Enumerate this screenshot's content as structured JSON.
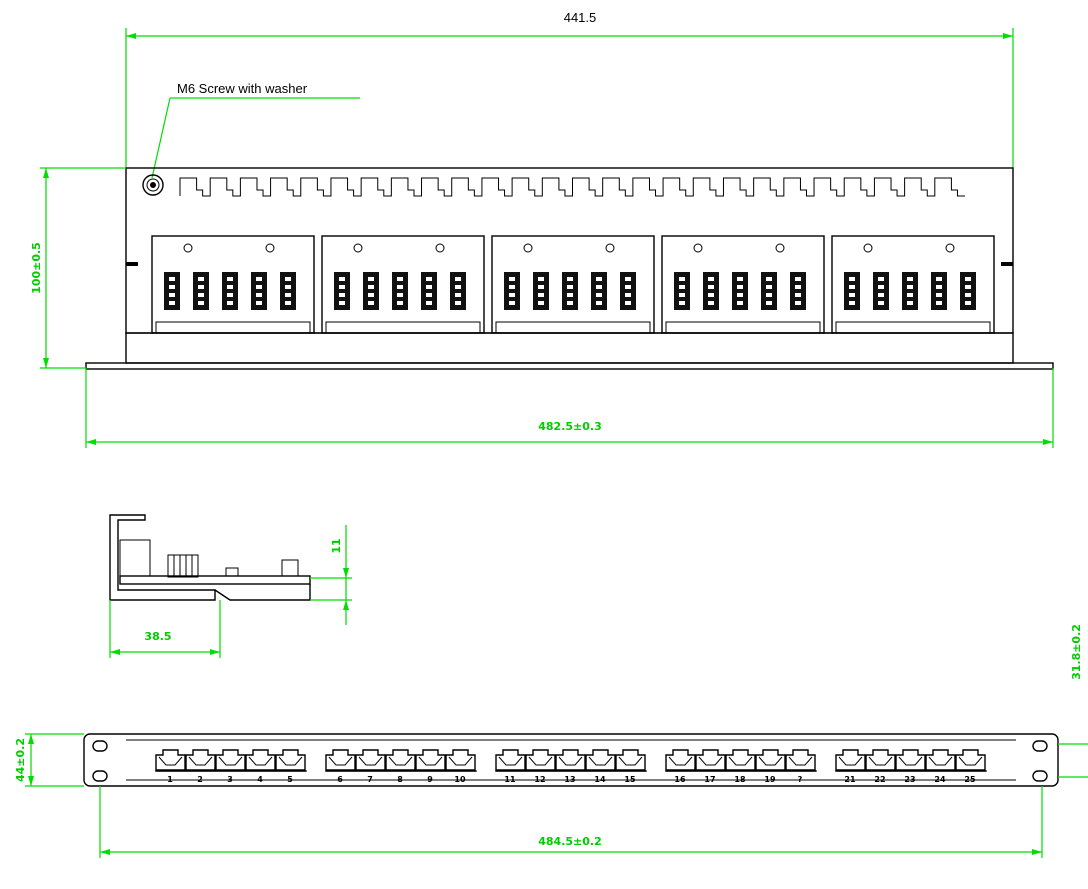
{
  "dimensions": {
    "top_width": "441.5",
    "top_height": "100±0.5",
    "overall_width_top": "482.5±0.3",
    "side_height": "11",
    "side_depth": "38.5",
    "side_total": "31.8±0.2",
    "front_height": "44±0.2",
    "front_width": "484.5±0.2"
  },
  "callouts": {
    "screw": "M6 Screw with washer"
  },
  "port_groups": [
    [
      "1",
      "2",
      "3",
      "4",
      "5"
    ],
    [
      "6",
      "7",
      "8",
      "9",
      "10"
    ],
    [
      "11",
      "12",
      "13",
      "14",
      "15"
    ],
    [
      "16",
      "17",
      "18",
      "19",
      "?"
    ],
    [
      "21",
      "22",
      "23",
      "24",
      "25"
    ]
  ],
  "colors": {
    "dimension": "#00dd00",
    "outline": "#000000"
  }
}
